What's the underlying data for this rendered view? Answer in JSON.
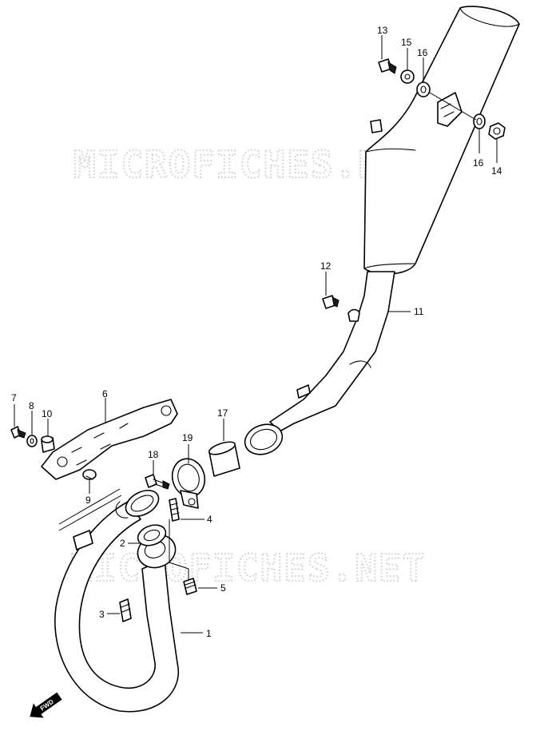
{
  "watermark": "MICROFICHES.NET",
  "fwd_label": "FWD",
  "callouts": {
    "c1": "1",
    "c2": "2",
    "c3": "3",
    "c4": "4",
    "c5": "5",
    "c6": "6",
    "c7": "7",
    "c8": "8",
    "c9": "9",
    "c10": "10",
    "c11": "11",
    "c12": "12",
    "c13": "13",
    "c14": "14",
    "c15": "15",
    "c16a": "16",
    "c16b": "16",
    "c17": "17",
    "c18": "18",
    "c19": "19"
  }
}
